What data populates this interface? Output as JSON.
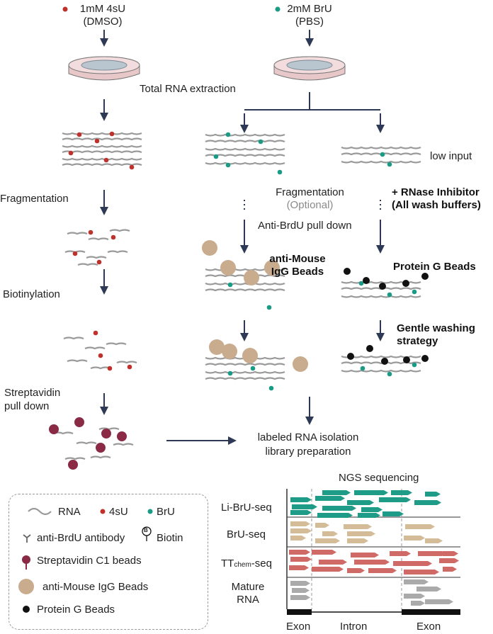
{
  "left_column": {
    "title_line1": "1mM 4sU",
    "title_line2": "(DMSO)",
    "step_fragmentation": "Fragmentation",
    "step_biotinylation": "Biotinylation",
    "step_streptavidin_line1": "Streptavidin",
    "step_streptavidin_line2": "pull down"
  },
  "right_column": {
    "title_line1": "2mM BrU",
    "title_line2": "(PBS)",
    "total_rna": "Total RNA extraction",
    "low_input": "low input",
    "fragmentation": "Fragmentation",
    "optional": "(Optional)",
    "anti_brdu_pulldown": "Anti-BrdU pull down",
    "rnase_line1": "+ RNase Inhibitor",
    "rnase_line2": "(All wash buffers)",
    "igg_beads_line1": "anti-Mouse",
    "igg_beads_line2": "IgG Beads",
    "protein_g_beads": "Protein G Beads",
    "gentle_line1": "Gentle washing",
    "gentle_line2": "strategy"
  },
  "merge": {
    "line1": "labeled RNA isolation",
    "line2": "library preparation"
  },
  "ngs": {
    "title": "NGS sequencing",
    "rows": [
      "Li-BrU-seq",
      "BrU-seq",
      "TT",
      "Mature"
    ],
    "ttchem_sub": "chem",
    "ttchem_suffix": "-seq",
    "mature_line2": "RNA",
    "gene_labels": [
      "Exon",
      "Intron",
      "Exon"
    ]
  },
  "legend": {
    "rna": "RNA",
    "su4": "4sU",
    "bru": "BrU",
    "antibody": "anti-BrdU antibody",
    "biotin": "Biotin",
    "biotin_glyph": "B",
    "streptavidin": "Streptavidin C1 beads",
    "igg": "anti-Mouse IgG Beads",
    "protein_g": "Protein G Beads"
  },
  "colors": {
    "su4_red": "#c0312b",
    "bru_teal": "#1a9b86",
    "read_teal": "#1f9c87",
    "read_tan": "#d4bc98",
    "read_red": "#cf6a66",
    "read_gray": "#aaaaaa",
    "igg_bead": "#c9ab8e",
    "strep_bead": "#8a2a45",
    "arrow": "#2e3a55"
  }
}
